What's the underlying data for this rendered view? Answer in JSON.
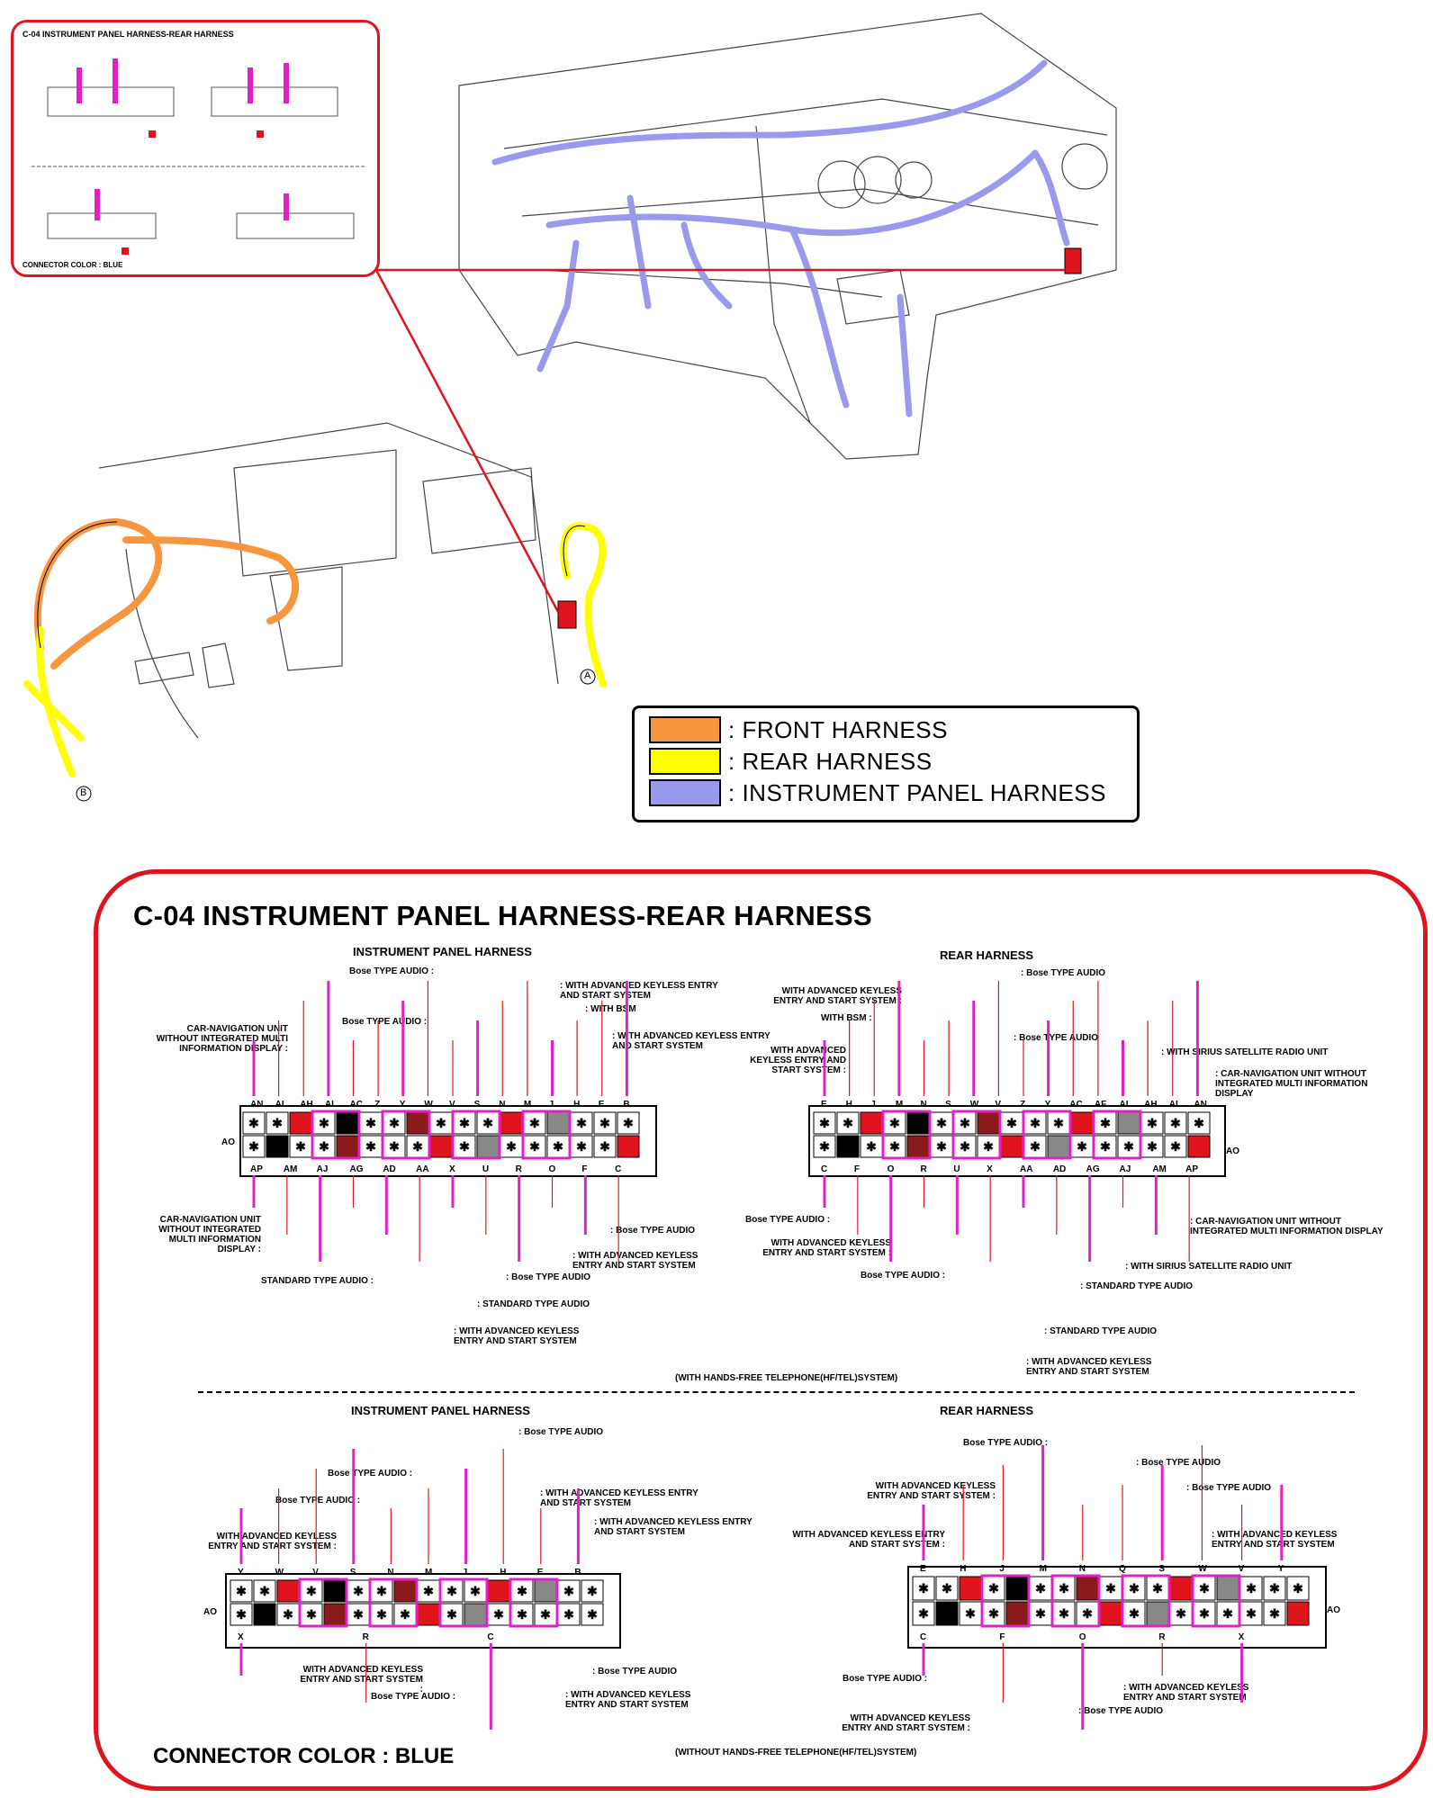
{
  "thumbnail": {
    "title": "C-04 INSTRUMENT PANEL HARNESS-REAR HARNESS",
    "footer": "CONNECTOR COLOR : BLUE"
  },
  "legend": {
    "items": [
      {
        "label": ": FRONT HARNESS",
        "color": "#f7963e"
      },
      {
        "label": ": REAR HARNESS",
        "color": "#ffff00"
      },
      {
        "label": ": INSTRUMENT PANEL HARNESS",
        "color": "#9999ee"
      }
    ]
  },
  "callouts": {
    "a": "A",
    "b": "B"
  },
  "colors": {
    "frame": "#e0141c",
    "highlight": "#e020c8",
    "harness_ip": "#9999ee",
    "harness_front": "#f7963e",
    "harness_rear": "#ffff00",
    "connector": "#e0141c"
  },
  "main": {
    "title": "C-04 INSTRUMENT PANEL HARNESS-REAR HARNESS",
    "connector_color": "CONNECTOR COLOR : BLUE",
    "top": {
      "note": "(WITH HANDS-FREE TELEPHONE(HF/TEL)SYSTEM)",
      "left": {
        "heading": "INSTRUMENT PANEL HARNESS",
        "labels": {
          "bose1": "Bose TYPE AUDIO :",
          "bose2": "Bose TYPE AUDIO :",
          "adv1": ": WITH ADVANCED KEYLESS ENTRY AND START SYSTEM",
          "bsm": ": WITH BSM",
          "adv2": ": WITH ADVANCED KEYLESS ENTRY AND START SYSTEM",
          "carnav1": "CAR-NAVIGATION UNIT WITHOUT INTEGRATED MULTI INFORMATION DISPLAY :",
          "carnav2": "CAR-NAVIGATION UNIT WITHOUT INTEGRATED MULTI INFORMATION DISPLAY :",
          "std1": "STANDARD TYPE AUDIO :",
          "bose3": ": Bose TYPE AUDIO",
          "std2": ": STANDARD TYPE AUDIO",
          "bose4": ": Bose TYPE AUDIO",
          "adv3": ": WITH ADVANCED KEYLESS ENTRY AND START SYSTEM",
          "adv4": ": WITH ADVANCED KEYLESS ENTRY AND START SYSTEM"
        },
        "pins_top": [
          "AN",
          "AL",
          "AH",
          "AI",
          "AC",
          "Z",
          "Y",
          "W",
          "V",
          "S",
          "N",
          "M",
          "J",
          "H",
          "E",
          "B"
        ],
        "pins_bottom": [
          "AP",
          "AM",
          "AJ",
          "AG",
          "AD",
          "AA",
          "X",
          "U",
          "R",
          "O",
          "F",
          "C"
        ],
        "side": "AO"
      },
      "right": {
        "heading": "REAR HARNESS",
        "labels": {
          "bose1": ": Bose TYPE AUDIO",
          "adv1": "WITH ADVANCED KEYLESS ENTRY AND START SYSTEM :",
          "bsm": "WITH BSM :",
          "bose2": ": Bose TYPE AUDIO",
          "adv2": "WITH ADVANCED KEYLESS ENTRY AND START SYSTEM :",
          "sirius1": ": WITH SIRIUS SATELLITE RADIO UNIT",
          "carnav1": ": CAR-NAVIGATION UNIT WITHOUT INTEGRATED MULTI INFORMATION DISPLAY",
          "bose3": "Bose TYPE AUDIO :",
          "adv3": "WITH ADVANCED KEYLESS ENTRY AND START SYSTEM :",
          "bose4": "Bose TYPE AUDIO :",
          "carnav2": ": CAR-NAVIGATION UNIT WITHOUT INTEGRATED MULTI INFORMATION DISPLAY",
          "sirius2": ": WITH SIRIUS SATELLITE RADIO UNIT",
          "std1": ": STANDARD TYPE AUDIO",
          "std2": ": STANDARD TYPE AUDIO",
          "adv4": ": WITH ADVANCED KEYLESS ENTRY AND START SYSTEM"
        },
        "pins_top": [
          "E",
          "H",
          "J",
          "M",
          "N",
          "S",
          "W",
          "V",
          "Z",
          "Y",
          "AC",
          "AF",
          "AI",
          "AH",
          "AL",
          "AN"
        ],
        "pins_bottom": [
          "C",
          "F",
          "O",
          "R",
          "U",
          "X",
          "AA",
          "AD",
          "AG",
          "AJ",
          "AM",
          "AP"
        ],
        "side": "AO"
      }
    },
    "bottom": {
      "note": "(WITHOUT HANDS-FREE TELEPHONE(HF/TEL)SYSTEM)",
      "left": {
        "heading": "INSTRUMENT PANEL HARNESS",
        "labels": {
          "bose1": ": Bose TYPE AUDIO",
          "bose2": "Bose TYPE AUDIO :",
          "bose3": "Bose TYPE AUDIO :",
          "adv1": ": WITH ADVANCED KEYLESS ENTRY AND START SYSTEM",
          "adv2": ": WITH ADVANCED KEYLESS ENTRY AND START SYSTEM",
          "adv3": "WITH ADVANCED KEYLESS ENTRY AND START SYSTEM :",
          "adv4": "WITH ADVANCED KEYLESS ENTRY AND START SYSTEM :",
          "bose4": ": Bose TYPE AUDIO",
          "bose5": "Bose TYPE AUDIO :",
          "adv5": ": WITH ADVANCED KEYLESS ENTRY AND START SYSTEM"
        },
        "pins_top": [
          "Y",
          "W",
          "V",
          "S",
          "N",
          "M",
          "J",
          "H",
          "E",
          "B"
        ],
        "pins_bottom": [
          "X",
          "R",
          "C"
        ],
        "side": "AO"
      },
      "right": {
        "heading": "REAR HARNESS",
        "labels": {
          "bose1": "Bose TYPE AUDIO :",
          "bose2": ": Bose TYPE AUDIO",
          "adv1": "WITH ADVANCED KEYLESS ENTRY AND START SYSTEM :",
          "bose3": ": Bose TYPE AUDIO",
          "adv2": "WITH ADVANCED KEYLESS ENTRY AND START SYSTEM :",
          "adv3": ": WITH ADVANCED KEYLESS ENTRY AND START SYSTEM",
          "bose4": "Bose TYPE AUDIO :",
          "adv4": "WITH ADVANCED KEYLESS ENTRY AND START SYSTEM :",
          "adv5": ": WITH ADVANCED KEYLESS ENTRY AND START SYSTEM",
          "bose5": ": Bose TYPE AUDIO"
        },
        "pins_top": [
          "E",
          "H",
          "J",
          "M",
          "N",
          "Q",
          "S",
          "W",
          "V",
          "Y"
        ],
        "pins_bottom": [
          "C",
          "F",
          "O",
          "R",
          "X"
        ],
        "side": "AO"
      }
    }
  }
}
